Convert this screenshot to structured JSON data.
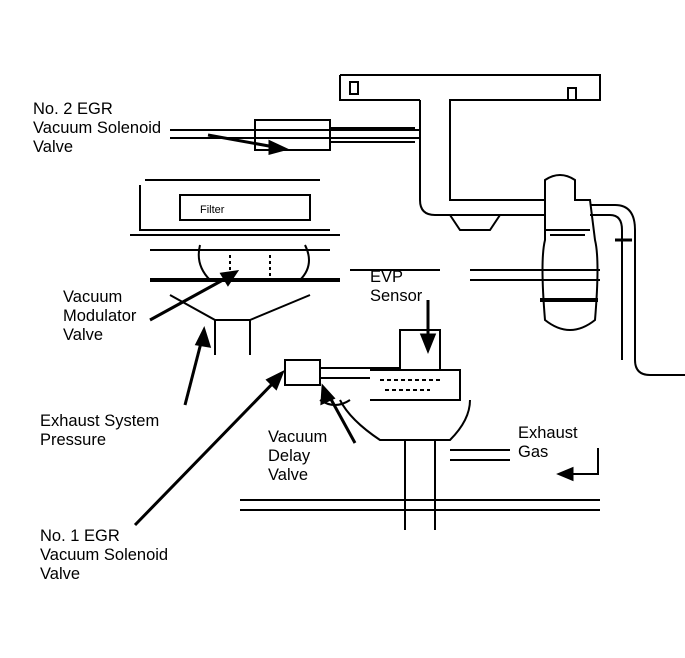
{
  "diagram": {
    "labels": {
      "no2_egr": "No. 2 EGR\nVacuum Solenoid\nValve",
      "vacuum_modulator": "Vacuum\nModulator\nValve",
      "exhaust_pressure": "Exhaust System\nPressure",
      "evp_sensor": "EVP\nSensor",
      "vacuum_delay": "Vacuum\nDelay\nValve",
      "exhaust_gas": "Exhaust\nGas",
      "no1_egr": "No. 1 EGR\nVacuum Solenoid\nValve",
      "filter": "Filter"
    }
  }
}
